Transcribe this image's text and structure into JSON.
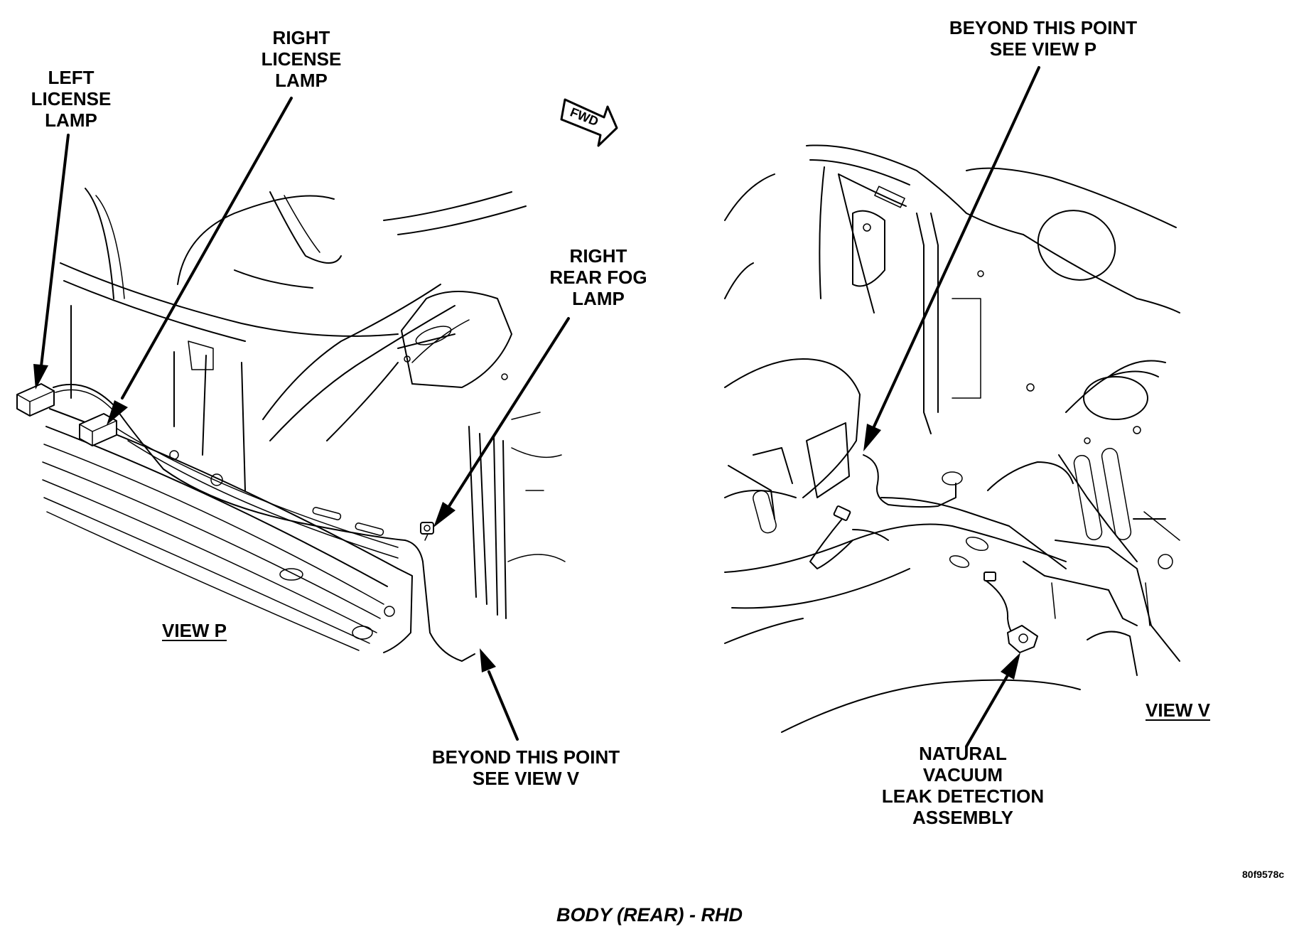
{
  "labels": {
    "left_license_lamp": [
      "LEFT",
      "LICENSE",
      "LAMP"
    ],
    "right_license_lamp": [
      "RIGHT",
      "LICENSE",
      "LAMP"
    ],
    "right_rear_fog_lamp": [
      "RIGHT",
      "REAR FOG",
      "LAMP"
    ],
    "beyond_see_view_v": [
      "BEYOND THIS POINT",
      "SEE VIEW  V"
    ],
    "beyond_see_view_p": [
      "BEYOND THIS POINT",
      "SEE VIEW  P"
    ],
    "nvld_assembly": [
      "NATURAL",
      "VACUUM",
      "LEAK DETECTION",
      "ASSEMBLY"
    ]
  },
  "view_p_label": "VIEW P",
  "view_v_label": "VIEW V",
  "fwd_label": "FWD",
  "figure_id": "80f9578c",
  "caption": "BODY (REAR) - RHD"
}
